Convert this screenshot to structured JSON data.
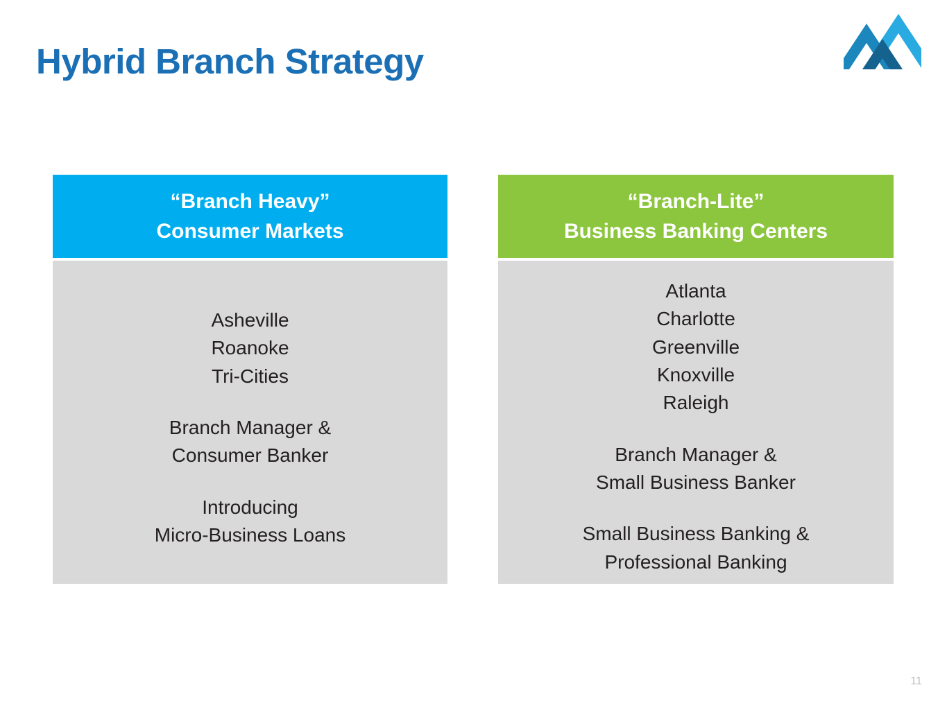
{
  "slide": {
    "title": "Hybrid Branch Strategy",
    "page_number": "11",
    "title_color": "#1A6FB5",
    "background_color": "#FFFFFF"
  },
  "logo": {
    "name": "company-chevron-logo",
    "colors": {
      "light_cyan": "#29ABE2",
      "medium_teal": "#1B87BD",
      "dark_blue": "#15628F"
    }
  },
  "columns": [
    {
      "id": "branch-heavy",
      "header": {
        "line1": "“Branch Heavy”",
        "line2": "Consumer Markets",
        "background_color": "#00AEEF",
        "text_color": "#FFFFFF"
      },
      "body": {
        "background_color": "#D9D9D9",
        "text_color": "#231F20",
        "groups": [
          {
            "lines": [
              "Asheville",
              "Roanoke",
              "Tri-Cities"
            ]
          },
          {
            "lines": [
              "Branch Manager &",
              "Consumer Banker"
            ]
          },
          {
            "lines": [
              "Introducing",
              "Micro-Business Loans"
            ]
          }
        ]
      }
    },
    {
      "id": "branch-lite",
      "header": {
        "line1": "“Branch-Lite”",
        "line2": "Business Banking Centers",
        "background_color": "#8CC63E",
        "text_color": "#FFFFFF"
      },
      "body": {
        "background_color": "#D9D9D9",
        "text_color": "#231F20",
        "groups": [
          {
            "lines": [
              "Atlanta",
              "Charlotte",
              "Greenville",
              "Knoxville",
              "Raleigh"
            ]
          },
          {
            "lines": [
              "Branch Manager &",
              "Small Business Banker"
            ]
          },
          {
            "lines": [
              "Small Business Banking &",
              "Professional Banking"
            ]
          }
        ]
      }
    }
  ]
}
